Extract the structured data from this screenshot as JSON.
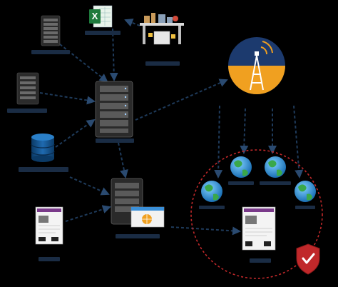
{
  "diagram": {
    "background_color": "#000000",
    "connector_color": "#1e3a5a",
    "ring_color": "#c0282a",
    "accent_color": "#f0a020",
    "tower_circle_color": "#1c3a6e",
    "nodes": [
      {
        "id": "erp-system",
        "kind": "server",
        "icon": "server-icon",
        "label": ""
      },
      {
        "id": "excel",
        "kind": "spreadsheet",
        "icon": "excel-icon",
        "label": "X"
      },
      {
        "id": "workshop",
        "kind": "factory",
        "icon": "factory-icon",
        "label": ""
      },
      {
        "id": "ftp-server",
        "kind": "server",
        "icon": "server-icon",
        "label": ""
      },
      {
        "id": "central-server",
        "kind": "server",
        "icon": "server-rack-icon",
        "label": ""
      },
      {
        "id": "database",
        "kind": "database",
        "icon": "database-icon",
        "label": ""
      },
      {
        "id": "web-server",
        "kind": "server",
        "icon": "server-icon",
        "label": ""
      },
      {
        "id": "label-left",
        "kind": "document",
        "icon": "label-document-icon",
        "label": ""
      },
      {
        "id": "label-right",
        "kind": "document",
        "icon": "label-document-icon",
        "label": ""
      },
      {
        "id": "broadcast-tower",
        "kind": "tower",
        "icon": "broadcast-tower-icon",
        "label": ""
      },
      {
        "id": "globe-1",
        "kind": "globe",
        "icon": "globe-icon",
        "label": ""
      },
      {
        "id": "globe-2",
        "kind": "globe",
        "icon": "globe-icon",
        "label": ""
      },
      {
        "id": "globe-3",
        "kind": "globe",
        "icon": "globe-icon",
        "label": ""
      },
      {
        "id": "globe-4",
        "kind": "globe",
        "icon": "globe-icon",
        "label": ""
      },
      {
        "id": "security-shield",
        "kind": "shield",
        "icon": "shield-check-icon",
        "label": ""
      }
    ],
    "edges": [
      {
        "from": "erp-system",
        "to": "central-server"
      },
      {
        "from": "excel",
        "to": "central-server"
      },
      {
        "from": "workshop",
        "to": "excel"
      },
      {
        "from": "ftp-server",
        "to": "central-server"
      },
      {
        "from": "database",
        "to": "central-server"
      },
      {
        "from": "database",
        "to": "web-server"
      },
      {
        "from": "central-server",
        "to": "web-server"
      },
      {
        "from": "central-server",
        "to": "broadcast-tower"
      },
      {
        "from": "label-left",
        "to": "web-server"
      },
      {
        "from": "web-server",
        "to": "label-right"
      },
      {
        "from": "broadcast-tower",
        "to": "globe-1"
      },
      {
        "from": "broadcast-tower",
        "to": "globe-2"
      },
      {
        "from": "broadcast-tower",
        "to": "globe-3"
      },
      {
        "from": "broadcast-tower",
        "to": "globe-4"
      }
    ]
  }
}
